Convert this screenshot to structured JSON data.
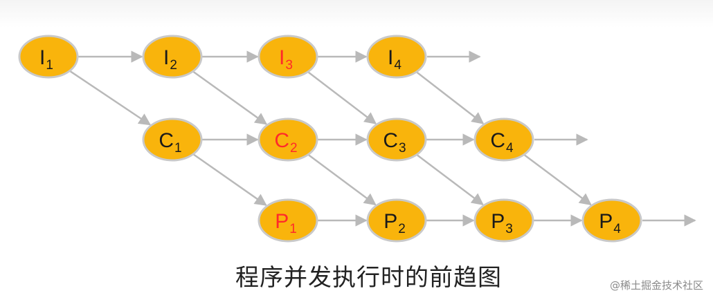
{
  "diagram": {
    "nodes": [
      {
        "id": "I1",
        "letter": "I",
        "sub": "1",
        "row": 0,
        "col": 0,
        "highlight": false
      },
      {
        "id": "I2",
        "letter": "I",
        "sub": "2",
        "row": 0,
        "col": 1,
        "highlight": false
      },
      {
        "id": "I3",
        "letter": "I",
        "sub": "3",
        "row": 0,
        "col": 2,
        "highlight": true
      },
      {
        "id": "I4",
        "letter": "I",
        "sub": "4",
        "row": 0,
        "col": 3,
        "highlight": false
      },
      {
        "id": "C1",
        "letter": "C",
        "sub": "1",
        "row": 1,
        "col": 1,
        "highlight": false
      },
      {
        "id": "C2",
        "letter": "C",
        "sub": "2",
        "row": 1,
        "col": 2,
        "highlight": true
      },
      {
        "id": "C3",
        "letter": "C",
        "sub": "3",
        "row": 1,
        "col": 3,
        "highlight": false
      },
      {
        "id": "C4",
        "letter": "C",
        "sub": "4",
        "row": 1,
        "col": 4,
        "highlight": false
      },
      {
        "id": "P1",
        "letter": "P",
        "sub": "1",
        "row": 2,
        "col": 2,
        "highlight": true
      },
      {
        "id": "P2",
        "letter": "P",
        "sub": "2",
        "row": 2,
        "col": 3,
        "highlight": false
      },
      {
        "id": "P3",
        "letter": "P",
        "sub": "3",
        "row": 2,
        "col": 4,
        "highlight": false
      },
      {
        "id": "P4",
        "letter": "P",
        "sub": "4",
        "row": 2,
        "col": 5,
        "highlight": false
      }
    ],
    "edges": [
      [
        "I1",
        "I2"
      ],
      [
        "I2",
        "I3"
      ],
      [
        "I3",
        "I4"
      ],
      [
        "C1",
        "C2"
      ],
      [
        "C2",
        "C3"
      ],
      [
        "C3",
        "C4"
      ],
      [
        "P1",
        "P2"
      ],
      [
        "P2",
        "P3"
      ],
      [
        "P3",
        "P4"
      ],
      [
        "I1",
        "C1"
      ],
      [
        "I2",
        "C2"
      ],
      [
        "I3",
        "C3"
      ],
      [
        "I4",
        "C4"
      ],
      [
        "C1",
        "P1"
      ],
      [
        "C2",
        "P2"
      ],
      [
        "C3",
        "P3"
      ],
      [
        "C4",
        "P4"
      ]
    ],
    "open_arrows": [
      "I4",
      "C4",
      "P4"
    ]
  },
  "caption": "程序并发执行时的前趋图",
  "watermark": "@稀土掘金技术社区",
  "colors": {
    "node_fill": "#f9b40c",
    "node_stroke": "#c9c9c9",
    "edge": "#b9b9b9",
    "text": "#1a1a1a",
    "highlight_text": "#ff2a2a"
  }
}
